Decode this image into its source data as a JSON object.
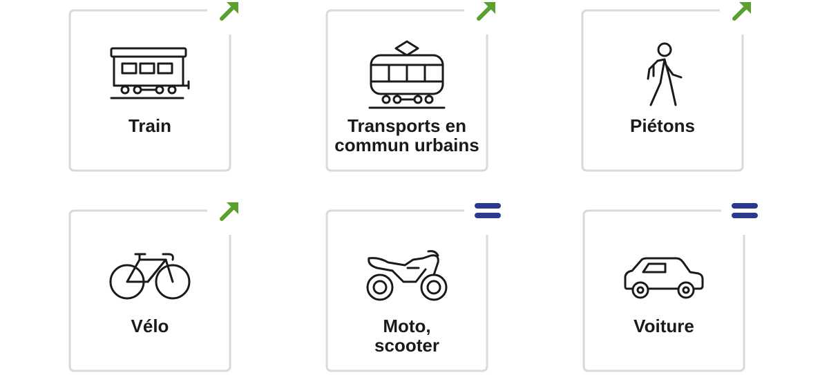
{
  "colors": {
    "frame": "#d9d9d9",
    "icon": "#1a1a1a",
    "trend_up": "#5aa02c",
    "trend_equal": "#2b3a8c"
  },
  "cards": [
    {
      "label": "Train",
      "icon": "train-icon",
      "trend": "up"
    },
    {
      "label": "Transports en\ncommun urbains",
      "icon": "tram-icon",
      "trend": "up"
    },
    {
      "label": "Piétons",
      "icon": "pedestrian-icon",
      "trend": "up"
    },
    {
      "label": "Vélo",
      "icon": "bicycle-icon",
      "trend": "up"
    },
    {
      "label": "Moto,\nscooter",
      "icon": "motorcycle-icon",
      "trend": "equal"
    },
    {
      "label": "Voiture",
      "icon": "car-icon",
      "trend": "equal"
    }
  ]
}
